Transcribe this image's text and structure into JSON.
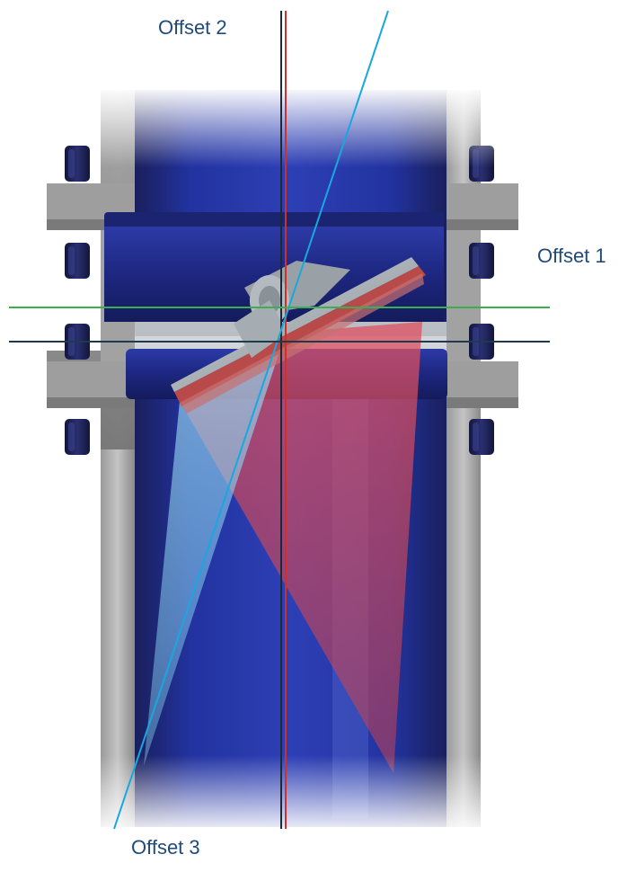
{
  "labels": {
    "offset_1": "Offset 1",
    "offset_2": "Offset 2",
    "offset_3": "Offset 3"
  },
  "colors": {
    "label_text": "#1f4a7a",
    "pipe_blue_dark": "#1a1f6e",
    "pipe_blue_mid": "#2b3aa8",
    "flange_gray": "#8c8c8c",
    "flange_gray_light": "#b5b5b5",
    "bolt_navy": "#1c2050",
    "disc_red": "#b84a4a",
    "disc_gray": "#9aa1a6",
    "line_red": "#d0302a",
    "line_dark": "#1b2a36",
    "line_cyan": "#18a8e0",
    "line_green": "#3cae52",
    "line_navy": "#1e3a4c",
    "cone_red": "#d04050",
    "cone_cyan": "#7ac6e8"
  },
  "icons": {
    "bolt": "hex-bolt-icon"
  }
}
